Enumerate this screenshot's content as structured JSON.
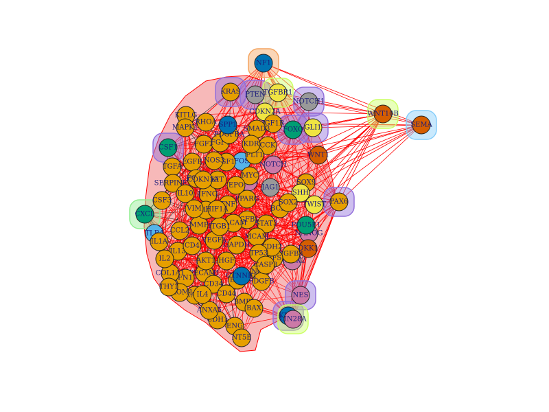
{
  "network": {
    "colors": {
      "edge_primary": "#ff0000",
      "edge_dark": "#000000",
      "node_default": "#e69f00",
      "node_stroke": "#222222",
      "cluster_main_fill": "#f08080",
      "cluster_main_stroke": "#ff0000",
      "label_color": "#1a1a7a"
    },
    "nodes": [
      {
        "id": "NF1",
        "label": "NF1",
        "color": "#0072b2",
        "halo": "#f4a460"
      },
      {
        "id": "WNT10B",
        "label": "WNT10B",
        "color": "#d55e00",
        "halo": "#ccff66"
      },
      {
        "id": "SEMA",
        "label": "SEMA",
        "color": "#d55e00",
        "halo": "#87cefa"
      },
      {
        "id": "KRAS",
        "label": "KRAS",
        "color": "#e69f00",
        "halo": "#9370db"
      },
      {
        "id": "PTEN",
        "label": "PTEN",
        "color": "#999999",
        "halo": "#9370db"
      },
      {
        "id": "TGFBR1",
        "label": "TGFBR1",
        "color": "#f0e442",
        "halo": "#ccff66"
      },
      {
        "id": "NOTCH1",
        "label": "NOTCH1",
        "color": "#999999",
        "halo": "#9370db"
      },
      {
        "id": "CDKN2A",
        "label": "CDKN2A",
        "color": "#f0e442",
        "halo": ""
      },
      {
        "id": "IGF1R",
        "label": "IGF1R",
        "color": "#e69f00",
        "halo": ""
      },
      {
        "id": "KITLG",
        "label": "KITLG",
        "color": "#e69f00",
        "halo": ""
      },
      {
        "id": "RHOA",
        "label": "RHOA",
        "color": "#e69f00",
        "halo": ""
      },
      {
        "id": "MAPK1",
        "label": "MAPK1",
        "color": "#e69f00",
        "halo": ""
      },
      {
        "id": "FOXO",
        "label": "FOXO",
        "color": "#009e73",
        "halo": "#9370db"
      },
      {
        "id": "GLI1",
        "label": "GLI1",
        "color": "#f0e442",
        "halo": "#9370db"
      },
      {
        "id": "WNT1",
        "label": "WNT1",
        "color": "#d55e00",
        "halo": ""
      },
      {
        "id": "CSF1",
        "label": "CSF1",
        "color": "#009e73",
        "halo": "#9370db"
      },
      {
        "id": "FGF2",
        "label": "FGF2",
        "color": "#e69f00",
        "halo": ""
      },
      {
        "id": "FGF4",
        "label": "FGF4",
        "color": "#e69f00",
        "halo": ""
      },
      {
        "id": "PDGFRA",
        "label": "PDGFRA",
        "color": "#e69f00",
        "halo": ""
      },
      {
        "id": "SMAD3",
        "label": "SMAD3",
        "color": "#e69f00",
        "halo": ""
      },
      {
        "id": "CCK",
        "label": "CCK",
        "color": "#e69f00",
        "halo": ""
      },
      {
        "id": "FOS",
        "label": "FOS",
        "color": "#56b4e9",
        "halo": ""
      },
      {
        "id": "NOTCH",
        "label": "NOTCH",
        "color": "#cc79a7",
        "halo": ""
      },
      {
        "id": "TGFA",
        "label": "TGFA",
        "color": "#e69f00",
        "halo": ""
      },
      {
        "id": "EGFR",
        "label": "EGFR",
        "color": "#e69f00",
        "halo": ""
      },
      {
        "id": "SOX9",
        "label": "SOX9",
        "color": "#e69f00",
        "halo": ""
      },
      {
        "id": "JAG1",
        "label": "JAG1",
        "color": "#999999",
        "halo": ""
      },
      {
        "id": "SHH",
        "label": "SHH",
        "color": "#f0e442",
        "halo": ""
      },
      {
        "id": "TWIST",
        "label": "TWIST",
        "color": "#f0e442",
        "halo": ""
      },
      {
        "id": "PAX6",
        "label": "PAX6",
        "color": "#e69f00",
        "halo": "#9370db"
      },
      {
        "id": "SERPINE1",
        "label": "SERPINE1",
        "color": "#e69f00",
        "halo": ""
      },
      {
        "id": "IL10",
        "label": "IL10",
        "color": "#e69f00",
        "halo": ""
      },
      {
        "id": "IFNG",
        "label": "IFNG",
        "color": "#e69f00",
        "halo": ""
      },
      {
        "id": "CSF3",
        "label": "CSF3",
        "color": "#e69f00",
        "halo": ""
      },
      {
        "id": "BCL2",
        "label": "BCL2",
        "color": "#e69f00",
        "halo": ""
      },
      {
        "id": "TGFB1",
        "label": "TGFB1",
        "color": "#e69f00",
        "halo": ""
      },
      {
        "id": "CXCL",
        "label": "CXCL",
        "color": "#009e73",
        "halo": "#90ee90"
      },
      {
        "id": "TLR4",
        "label": "TLR4",
        "color": "#56b4e9",
        "halo": ""
      },
      {
        "id": "IL1A",
        "label": "IL1A",
        "color": "#e69f00",
        "halo": ""
      },
      {
        "id": "CCL2",
        "label": "CCL2",
        "color": "#e69f00",
        "halo": ""
      },
      {
        "id": "MMP",
        "label": "MMP",
        "color": "#e69f00",
        "halo": ""
      },
      {
        "id": "NANOG",
        "label": "NANOG",
        "color": "#cc79a7",
        "halo": ""
      },
      {
        "id": "POU5F1",
        "label": "POU5F1",
        "color": "#009e73",
        "halo": ""
      },
      {
        "id": "DKK1",
        "label": "DKK1",
        "color": "#d55e00",
        "halo": ""
      },
      {
        "id": "RUNX2",
        "label": "RUNX2",
        "color": "#cc79a7",
        "halo": ""
      },
      {
        "id": "TGFB3",
        "label": "TGFB3",
        "color": "#e69f00",
        "halo": ""
      },
      {
        "id": "NFS",
        "label": "NFS",
        "color": "#e69f00",
        "halo": ""
      },
      {
        "id": "CDH2",
        "label": "CDH2",
        "color": "#e69f00",
        "halo": ""
      },
      {
        "id": "GAPDH",
        "label": "GAPDH",
        "color": "#e69f00",
        "halo": ""
      },
      {
        "id": "IL13",
        "label": "IL13",
        "color": "#e69f00",
        "halo": ""
      },
      {
        "id": "VEGFA",
        "label": "VEGFA",
        "color": "#e69f00",
        "halo": ""
      },
      {
        "id": "HGF",
        "label": "HGF",
        "color": "#e69f00",
        "halo": ""
      },
      {
        "id": "PECAM1",
        "label": "PECAM1",
        "color": "#e69f00",
        "halo": ""
      },
      {
        "id": "CD34",
        "label": "CD34",
        "color": "#e69f00",
        "halo": ""
      },
      {
        "id": "EGF",
        "label": "EGF",
        "color": "#e69f00",
        "halo": ""
      },
      {
        "id": "NGF",
        "label": "NGF",
        "color": "#e69f00",
        "halo": ""
      },
      {
        "id": "PDGFB",
        "label": "PDGFB",
        "color": "#e69f00",
        "halo": ""
      },
      {
        "id": "BMP2",
        "label": "BMP2",
        "color": "#e69f00",
        "halo": ""
      },
      {
        "id": "CD44",
        "label": "CD44",
        "color": "#e69f00",
        "halo": ""
      },
      {
        "id": "NES",
        "label": "NES",
        "color": "#cc79a7",
        "halo": "#9370db"
      },
      {
        "id": "KLF4",
        "label": "KLF4",
        "color": "#0072b2",
        "halo": "#9370db"
      },
      {
        "id": "LIN28A",
        "label": "LIN28A",
        "color": "#cc79a7",
        "halo": "#ccff66"
      },
      {
        "id": "ENG",
        "label": "ENG",
        "color": "#e69f00",
        "halo": ""
      },
      {
        "id": "NT5E",
        "label": "NT5E",
        "color": "#e69f00",
        "halo": ""
      },
      {
        "id": "CDH1",
        "label": "CDH1",
        "color": "#e69f00",
        "halo": ""
      },
      {
        "id": "ANXA5",
        "label": "ANXA5",
        "color": "#e69f00",
        "halo": ""
      },
      {
        "id": "ICAM1",
        "label": "ICAM1",
        "color": "#e69f00",
        "halo": ""
      },
      {
        "id": "GATA",
        "label": "GATA",
        "color": "#cc79a7",
        "halo": ""
      },
      {
        "id": "MYC",
        "label": "MYC",
        "color": "#e69f00",
        "halo": ""
      },
      {
        "id": "SPP1",
        "label": "SPP1",
        "color": "#0072b2",
        "halo": ""
      },
      {
        "id": "TNF",
        "label": "TNF",
        "color": "#e69f00",
        "halo": ""
      },
      {
        "id": "IL6",
        "label": "IL6",
        "color": "#e69f00",
        "halo": ""
      },
      {
        "id": "STAT3",
        "label": "STAT3",
        "color": "#e69f00",
        "halo": ""
      },
      {
        "id": "AKT1",
        "label": "AKT1",
        "color": "#e69f00",
        "halo": ""
      },
      {
        "id": "CTNNB1",
        "label": "CTNNB1",
        "color": "#0072b2",
        "halo": ""
      },
      {
        "id": "IGF1",
        "label": "IGF1",
        "color": "#e69f00",
        "halo": ""
      },
      {
        "id": "KIT",
        "label": "KIT",
        "color": "#e69f00",
        "halo": ""
      },
      {
        "id": "FGF7",
        "label": "FGF7",
        "color": "#e69f00",
        "halo": ""
      },
      {
        "id": "VIM",
        "label": "VIM",
        "color": "#e69f00",
        "halo": ""
      },
      {
        "id": "FN1",
        "label": "FN1",
        "color": "#e69f00",
        "halo": ""
      },
      {
        "id": "COL1A1",
        "label": "COL1A1",
        "color": "#e69f00",
        "halo": ""
      },
      {
        "id": "PROM1",
        "label": "PROM1",
        "color": "#e69f00",
        "halo": ""
      },
      {
        "id": "THY1",
        "label": "THY1",
        "color": "#e69f00",
        "halo": ""
      },
      {
        "id": "PPARG",
        "label": "PPARG",
        "color": "#e69f00",
        "halo": ""
      },
      {
        "id": "SOX2",
        "label": "SOX2",
        "color": "#e69f00",
        "halo": ""
      },
      {
        "id": "ALCAM",
        "label": "ALCAM",
        "color": "#e69f00",
        "halo": ""
      },
      {
        "id": "MCAM",
        "label": "MCAM",
        "color": "#e69f00",
        "halo": ""
      },
      {
        "id": "ITGB1",
        "label": "ITGB1",
        "color": "#e69f00",
        "halo": ""
      },
      {
        "id": "HIF1A",
        "label": "HIF1A",
        "color": "#e69f00",
        "halo": ""
      },
      {
        "id": "EPO",
        "label": "EPO",
        "color": "#e69f00",
        "halo": ""
      },
      {
        "id": "FLT1",
        "label": "FLT1",
        "color": "#e69f00",
        "halo": ""
      },
      {
        "id": "KDR",
        "label": "KDR",
        "color": "#e69f00",
        "halo": ""
      },
      {
        "id": "NOS3",
        "label": "NOS3",
        "color": "#e69f00",
        "halo": ""
      },
      {
        "id": "CDKN1A",
        "label": "CDKN1A",
        "color": "#e69f00",
        "halo": ""
      },
      {
        "id": "TP53",
        "label": "TP53",
        "color": "#e69f00",
        "halo": ""
      },
      {
        "id": "CASP3",
        "label": "CASP3",
        "color": "#e69f00",
        "halo": ""
      },
      {
        "id": "BAX",
        "label": "BAX",
        "color": "#e69f00",
        "halo": ""
      },
      {
        "id": "IL4",
        "label": "IL4",
        "color": "#e69f00",
        "halo": ""
      },
      {
        "id": "IL2",
        "label": "IL2",
        "color": "#e69f00",
        "halo": ""
      },
      {
        "id": "CD4",
        "label": "CD4",
        "color": "#e69f00",
        "halo": ""
      }
    ],
    "edges": [
      [
        "NF1",
        "WNT10B"
      ],
      [
        "NF1",
        "SEMA"
      ],
      [
        "NF1",
        "KRAS"
      ],
      [
        "NF1",
        "PTEN"
      ],
      [
        "NF1",
        "TGFBR1"
      ],
      [
        "NF1",
        "NOTCH1"
      ],
      [
        "NF1",
        "GLI1"
      ],
      [
        "NF1",
        "WNT1"
      ],
      [
        "NF1",
        "PAX6"
      ],
      [
        "NF1",
        "CSF1"
      ],
      [
        "NF1",
        "EGFR"
      ],
      [
        "NF1",
        "FOXO"
      ],
      [
        "WNT10B",
        "SEMA"
      ],
      [
        "WNT10B",
        "NOTCH1"
      ],
      [
        "WNT10B",
        "GLI1"
      ],
      [
        "WNT10B",
        "WNT1"
      ],
      [
        "WNT10B",
        "PAX6"
      ],
      [
        "WNT10B",
        "TWIST"
      ],
      [
        "WNT10B",
        "SHH"
      ],
      [
        "WNT10B",
        "SOX9"
      ],
      [
        "WNT10B",
        "DKK1"
      ],
      [
        "WNT10B",
        "FOXO"
      ],
      [
        "WNT10B",
        "CDKN2A"
      ],
      [
        "WNT10B",
        "TGFBR1"
      ],
      [
        "WNT10B",
        "CTNNB1"
      ],
      [
        "WNT10B",
        "MYC"
      ],
      [
        "WNT10B",
        "BCL2"
      ],
      [
        "WNT10B",
        "NANOG"
      ],
      [
        "SEMA",
        "NOTCH1"
      ],
      [
        "SEMA",
        "GLI1"
      ],
      [
        "SEMA",
        "WNT1"
      ],
      [
        "SEMA",
        "PAX6"
      ],
      [
        "SEMA",
        "TWIST"
      ],
      [
        "SEMA",
        "SHH"
      ],
      [
        "SEMA",
        "JAG1"
      ],
      [
        "SEMA",
        "NOTCH"
      ],
      [
        "SEMA",
        "FOS"
      ],
      [
        "SEMA",
        "SOX9"
      ],
      [
        "PAX6",
        "SOX9"
      ],
      [
        "PAX6",
        "NES"
      ],
      [
        "PAX6",
        "KLF4"
      ],
      [
        "PAX6",
        "NANOG"
      ],
      [
        "PAX6",
        "POU5F1"
      ],
      [
        "PAX6",
        "SOX2"
      ],
      [
        "PAX6",
        "LIN28A"
      ],
      [
        "PAX6",
        "RUNX2"
      ],
      [
        "PAX6",
        "CDH2"
      ],
      [
        "PAX6",
        "GATA"
      ],
      [
        "NES",
        "KLF4"
      ],
      [
        "NES",
        "LIN28A"
      ],
      [
        "NES",
        "CDH2"
      ],
      [
        "NES",
        "NANOG"
      ],
      [
        "NES",
        "TWIST"
      ],
      [
        "KLF4",
        "LIN28A"
      ],
      [
        "KLF4",
        "POU5F1"
      ],
      [
        "KLF4",
        "ENG"
      ],
      [
        "KLF4",
        "BMP2"
      ],
      [
        "LIN28A",
        "NANOG"
      ],
      [
        "LIN28A",
        "RUNX2"
      ]
    ]
  }
}
